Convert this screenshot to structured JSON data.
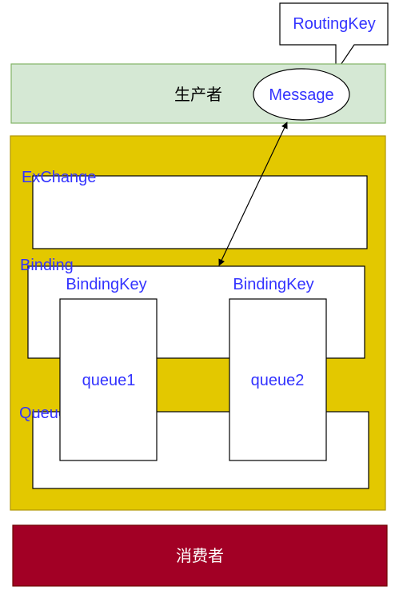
{
  "diagram": {
    "routing_key": "RoutingKey",
    "producer": "生产者",
    "message": "Message",
    "exchange": "ExChange",
    "binding": "Binding",
    "binding_key_left": "BindingKey",
    "binding_key_right": "BindingKey",
    "queue1": "queue1",
    "queue2": "queue2",
    "queue": "Queue",
    "consumer": "消费者"
  },
  "colors": {
    "producer_fill": "#d5e8d4",
    "producer_stroke": "#82b366",
    "broker_fill": "#e3c800",
    "broker_stroke": "#b09500",
    "consumer_fill": "#a20025",
    "consumer_stroke": "#6f0000",
    "label_blue": "#3333ff"
  }
}
